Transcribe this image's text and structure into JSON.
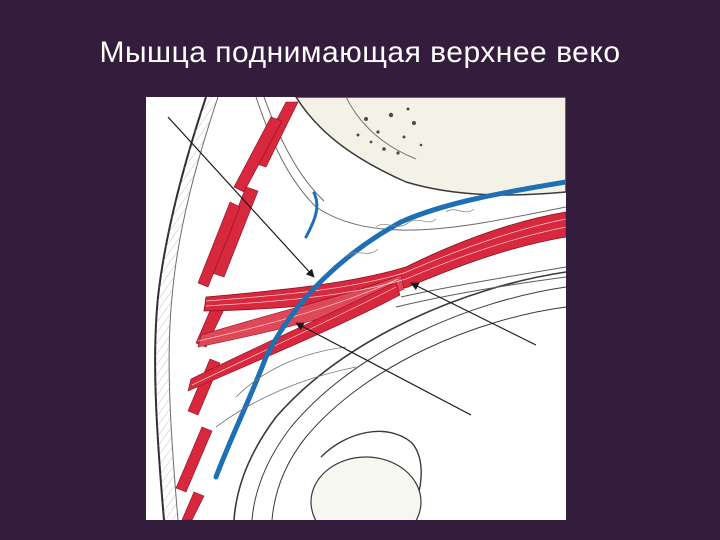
{
  "slide": {
    "title": "Мышца поднимающая верхнее веко"
  },
  "figure": {
    "subject": "sagittal-section-orbit-upper-eyelid",
    "colors": {
      "background": "#341c3c",
      "muscle": "#d8283e",
      "muscle_light": "#f0a0a8",
      "vein": "#1e6fb4",
      "tissue": "#f0f0e8",
      "line": "#3a3a3a"
    },
    "pointer_arrows": 3
  }
}
